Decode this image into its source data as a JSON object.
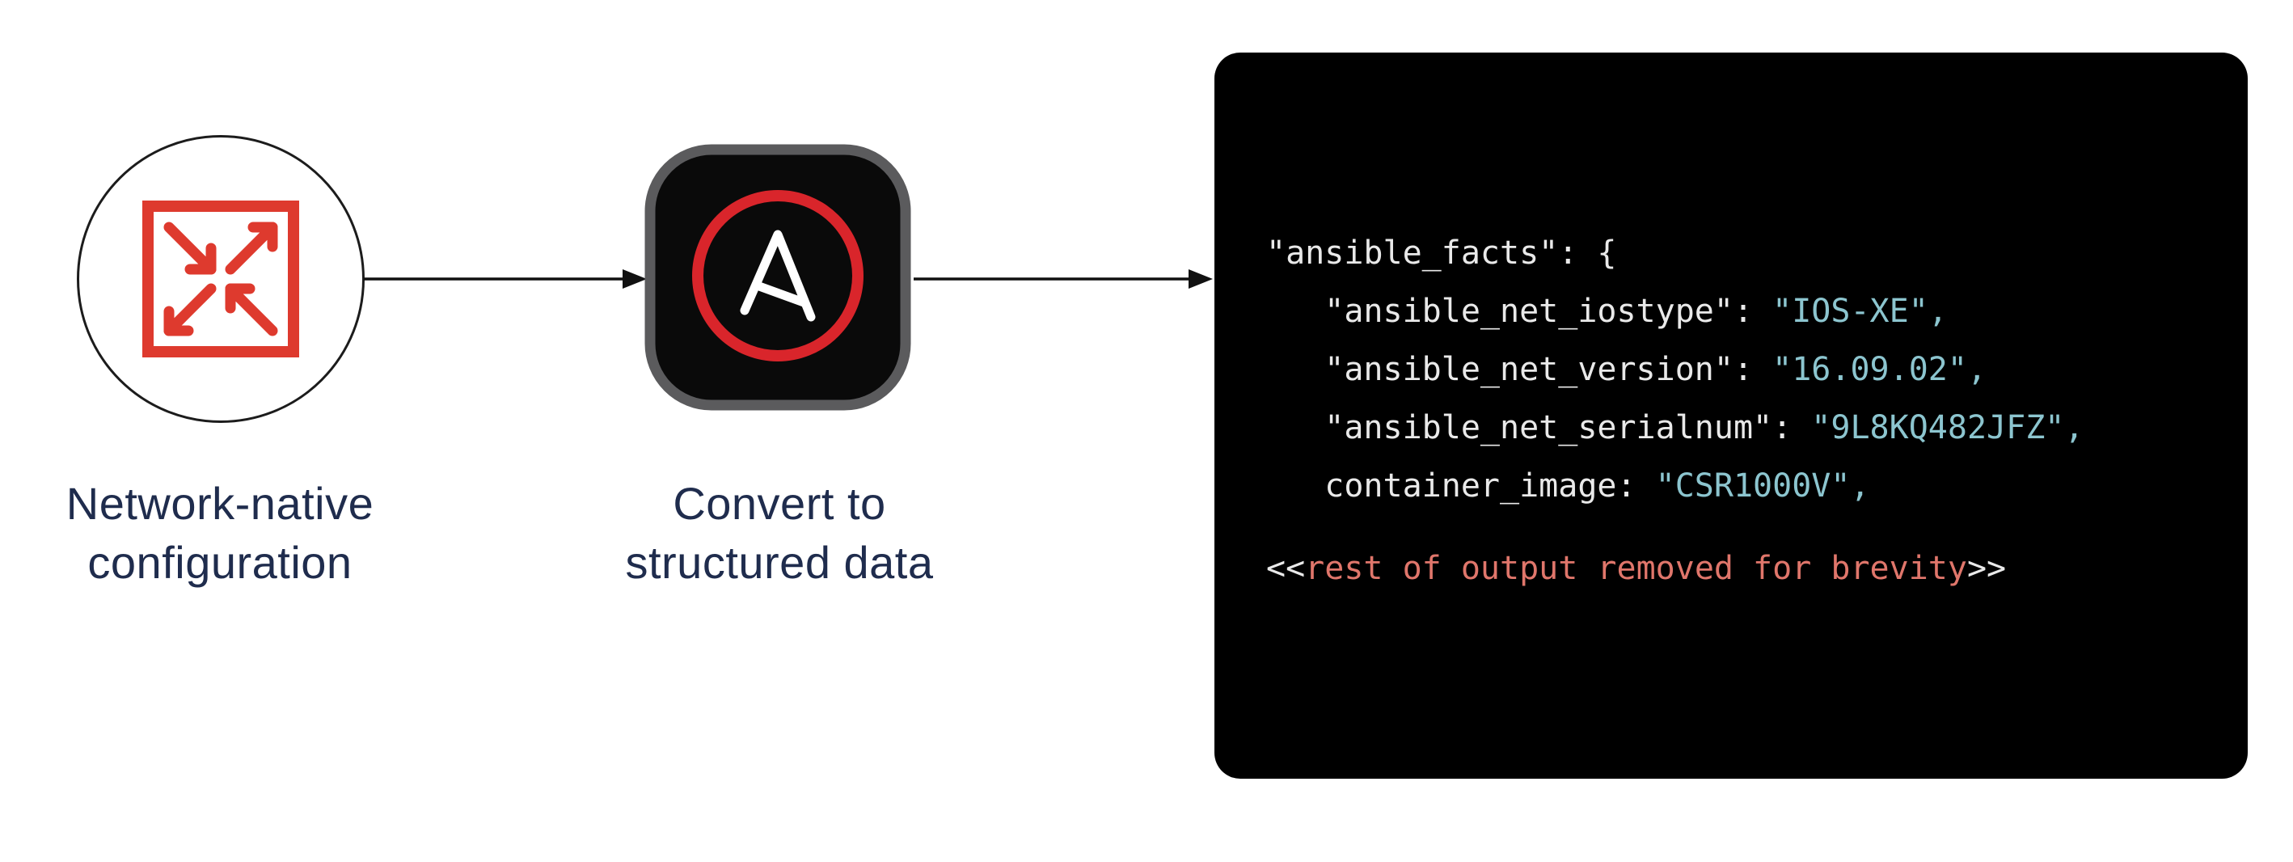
{
  "nodes": {
    "network_native": {
      "line1": "Network-native",
      "line2": "configuration"
    },
    "convert": {
      "line1": "Convert to",
      "line2": "structured data"
    }
  },
  "code_panel": {
    "lines": [
      {
        "gap": false,
        "segments": [
          {
            "text": "\"ansible_facts\": {",
            "type": "plain"
          }
        ]
      },
      {
        "gap": false,
        "segments": [
          {
            "text": "   \"ansible_net_iostype\": ",
            "type": "plain"
          },
          {
            "text": "\"IOS-XE\",",
            "type": "value"
          }
        ]
      },
      {
        "gap": false,
        "segments": [
          {
            "text": "   \"ansible_net_version\": ",
            "type": "plain"
          },
          {
            "text": "\"16.09.02\",",
            "type": "value"
          }
        ]
      },
      {
        "gap": false,
        "segments": [
          {
            "text": "   \"ansible_net_serialnum\": ",
            "type": "plain"
          },
          {
            "text": "\"9L8KQ482JFZ\",",
            "type": "value"
          }
        ]
      },
      {
        "gap": false,
        "segments": [
          {
            "text": "   container_image: ",
            "type": "plain"
          },
          {
            "text": "\"CSR1000V\",",
            "type": "value"
          }
        ]
      },
      {
        "gap": true,
        "segments": [
          {
            "text": "<<",
            "type": "plain"
          },
          {
            "text": "rest of output removed for brevity",
            "type": "comment"
          },
          {
            "text": ">>",
            "type": "plain"
          }
        ]
      }
    ]
  },
  "colors": {
    "icon_red": "#de3a2e",
    "ansible_ring_red": "#d9252b",
    "logo_border_gray": "#5b5b5d",
    "logo_bg": "#0a0a0a",
    "code_bg": "#000000",
    "code_plain": "#e9e9e9",
    "code_value": "#8cc5cf",
    "code_comment": "#e0766b",
    "label_text": "#1f2c4d",
    "connector": "#111111"
  }
}
